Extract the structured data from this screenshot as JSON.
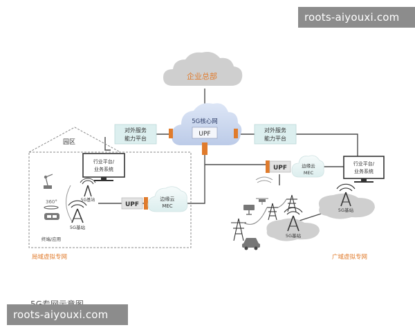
{
  "watermark": {
    "text": "roots-aiyouxi.com"
  },
  "hq": {
    "label": "企业总部"
  },
  "core": {
    "label": "5G核心网",
    "upf": "UPF"
  },
  "left_service": {
    "line1": "对外服务",
    "line2": "能力平台"
  },
  "right_service": {
    "line1": "对外服务",
    "line2": "能力平台"
  },
  "campus": {
    "title": "园区",
    "monitor": {
      "line1": "行业平台/",
      "line2": "业务系统"
    },
    "small_station": "5G基站",
    "main_station": "5G基站",
    "upf": "UPF",
    "edge": {
      "line1": "边缘云",
      "line2": "MEC"
    },
    "terminal_label": "终端/应用",
    "vr_label": "360°"
  },
  "wan": {
    "upf": "UPF",
    "edge": {
      "line1": "边缘云",
      "line2": "MEC"
    },
    "monitor": {
      "line1": "行业平台/",
      "line2": "业务系统"
    },
    "station_a": "5G基站",
    "station_b": "5G基站"
  },
  "footer": {
    "left_label": "局域虚拟专网",
    "right_label": "广域虚拟专网",
    "caption": "5G专网示意图"
  },
  "colors": {
    "line": "#4a4a4a",
    "accent": "#e07b2c",
    "cloud_gray": "#cfcfcf",
    "core_blue": "#cdd9ef",
    "service_teal": "#dcefef",
    "upf_box": "#e3e3e3"
  }
}
